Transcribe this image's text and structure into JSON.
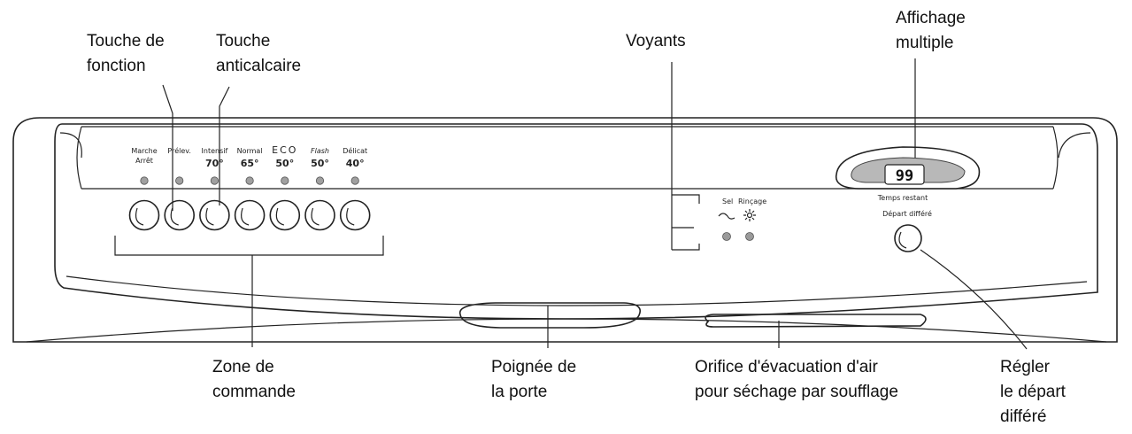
{
  "callouts": {
    "touche_fonction": [
      "Touche de",
      "fonction"
    ],
    "touche_anticalcaire": [
      "Touche",
      "anticalcaire"
    ],
    "voyants": [
      "Voyants"
    ],
    "affichage": [
      "Affichage",
      "multiple"
    ],
    "zone_commande": [
      "Zone de",
      "commande"
    ],
    "poignee": [
      "Poignée de",
      "la porte"
    ],
    "orifice": [
      "Orifice d'évacuation d'air",
      "pour séchage par soufflage"
    ],
    "regler": [
      "Régler",
      "le départ",
      "différé"
    ]
  },
  "programs": [
    {
      "top": "Marche",
      "top2": "Arrêt",
      "bottom": ""
    },
    {
      "top": "Prélev.",
      "top2": "",
      "bottom": ""
    },
    {
      "top": "Intensif",
      "top2": "",
      "bottom": "70°"
    },
    {
      "top": "Normal",
      "top2": "",
      "bottom": "65°"
    },
    {
      "top": "ECO",
      "top2": "",
      "bottom": "50°"
    },
    {
      "top": "Flash",
      "top2": "",
      "bottom": "50°"
    },
    {
      "top": "Délicat",
      "top2": "",
      "bottom": "40°"
    }
  ],
  "indicators": {
    "sel": "Sel",
    "rincage": "Rinçage"
  },
  "display": {
    "value": "99",
    "caption": "Temps restant"
  },
  "delay_button": {
    "label": "Départ différé"
  }
}
